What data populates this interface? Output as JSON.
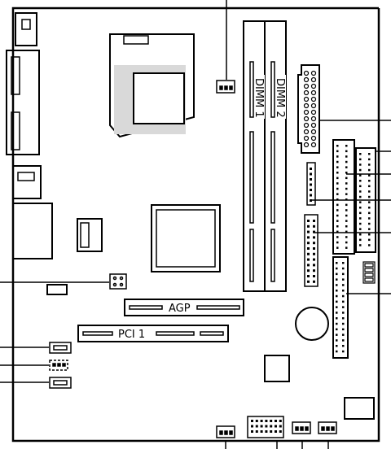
{
  "labels": {
    "dimm1": "DIMM 1",
    "dimm2": "DIMM 2",
    "agp": "AGP",
    "pci1": "PCI 1"
  },
  "colors": {
    "line": "#000000",
    "board": "#ffffff",
    "socket_fill": "#d9d9d9"
  }
}
